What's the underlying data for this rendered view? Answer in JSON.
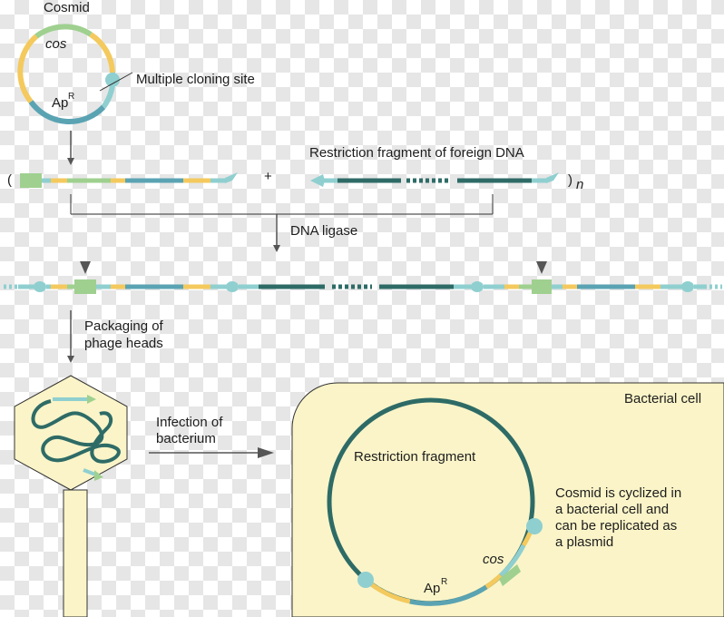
{
  "labels": {
    "cosmid": "Cosmid",
    "cos": "cos",
    "mcs": "Multiple cloning site",
    "ap": "Ap",
    "ap_sup": "R",
    "restriction_fragment_foreign": "Restriction fragment of foreign DNA",
    "paren_open": "(",
    "paren_close": ")",
    "n": "n",
    "plus": "+",
    "dna_ligase": "DNA ligase",
    "packaging_line1": "Packaging of",
    "packaging_line2": "phage heads",
    "infection_line1": "Infection of",
    "infection_line2": "bacterium",
    "bacterial_cell": "Bacterial cell",
    "restriction_fragment": "Restriction fragment",
    "cyclized_line1": "Cosmid is cyclized in",
    "cyclized_line2": "a bacterial cell and",
    "cyclized_line3": "can be replicated as",
    "cyclized_line4": "a plasmid",
    "cos2": "cos",
    "ap2": "Ap",
    "ap2_sup": "R"
  },
  "colors": {
    "teal_light": "#8fcfd0",
    "teal": "#5aa3b3",
    "dark_teal": "#2e6b66",
    "yellow": "#f4c95d",
    "green": "#9fd08f",
    "cell_fill": "#faf4c8",
    "arrow": "#555555"
  }
}
